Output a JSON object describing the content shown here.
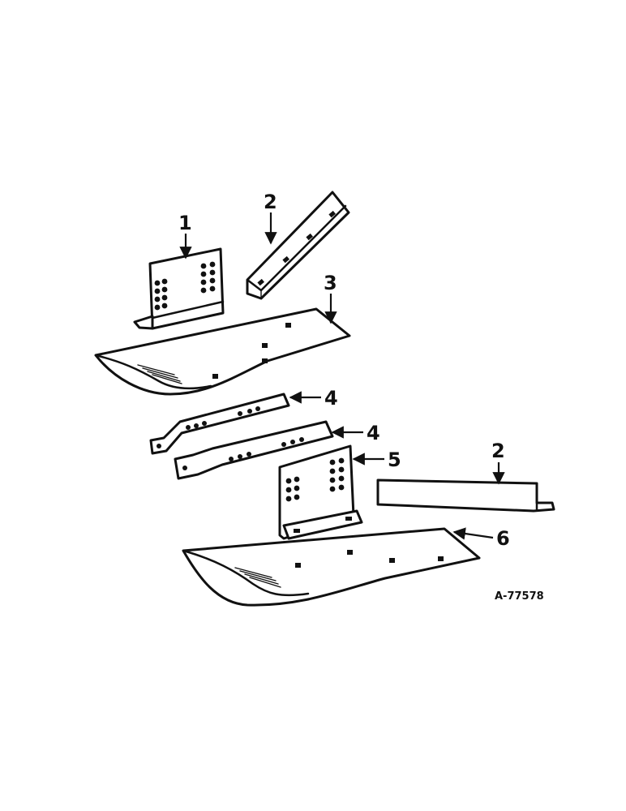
{
  "callouts": [
    {
      "id": "c1",
      "label": "1"
    },
    {
      "id": "c2a",
      "label": "2"
    },
    {
      "id": "c3",
      "label": "3"
    },
    {
      "id": "c4a",
      "label": "4"
    },
    {
      "id": "c4b",
      "label": "4"
    },
    {
      "id": "c5",
      "label": "5"
    },
    {
      "id": "c2b",
      "label": "2"
    },
    {
      "id": "c6",
      "label": "6"
    }
  ],
  "reference": "A-77578",
  "colors": {
    "ink": "#111111",
    "paper": "#ffffff"
  }
}
